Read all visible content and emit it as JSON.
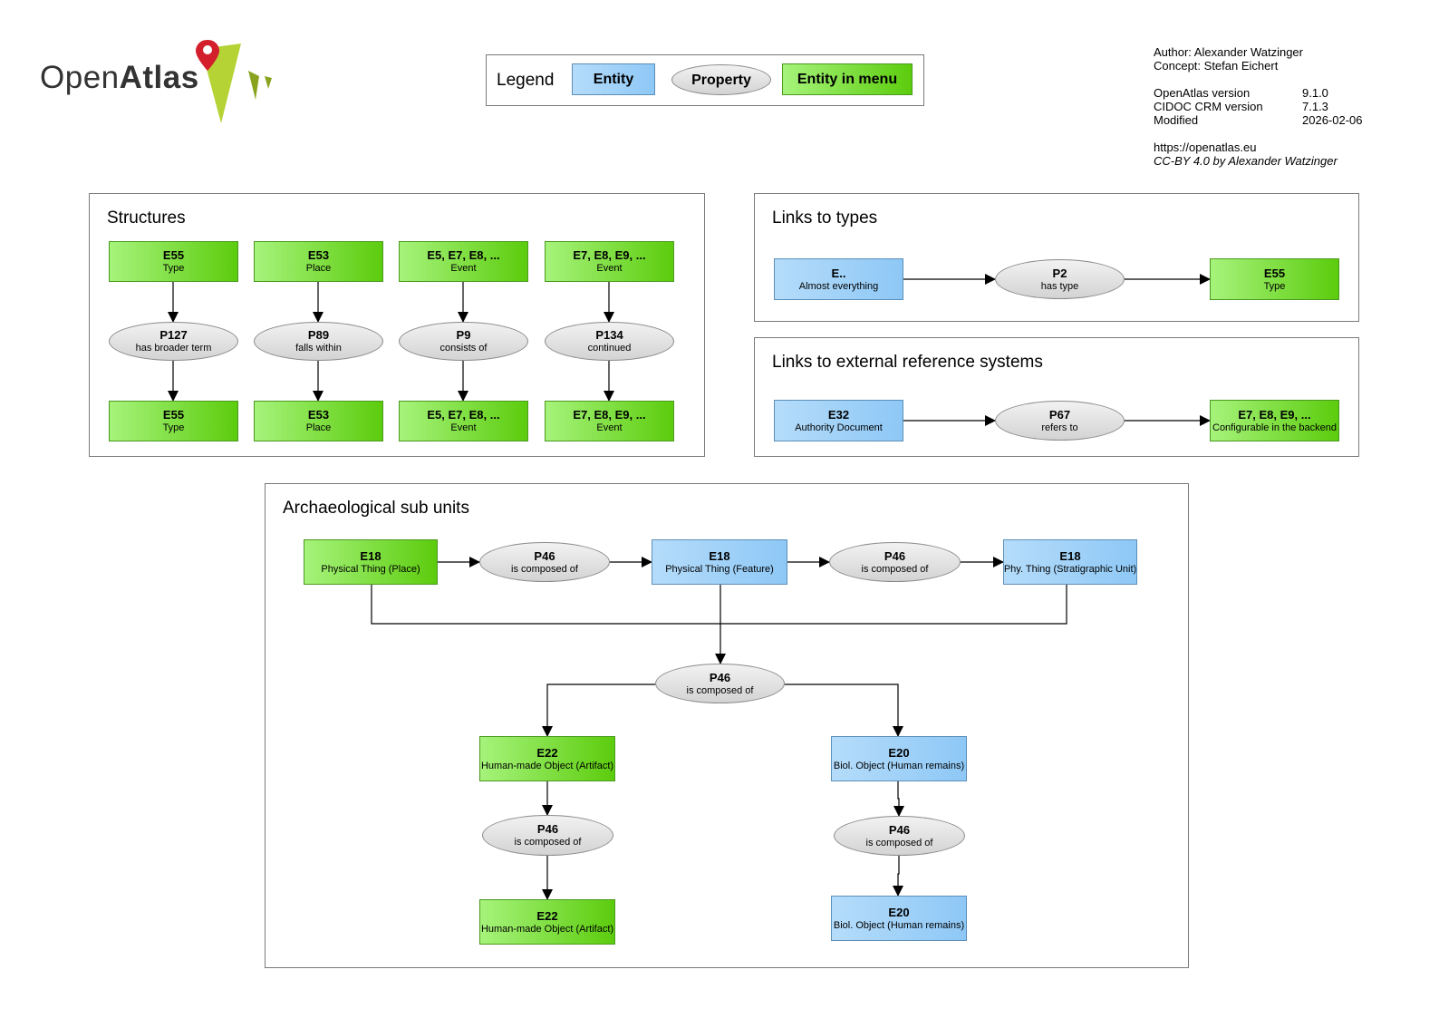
{
  "logo": {
    "text_plain": "Open",
    "text_bold": "Atlas"
  },
  "legend": {
    "title": "Legend",
    "entity": "Entity",
    "property": "Property",
    "entity_in_menu": "Entity in menu"
  },
  "info": {
    "author": "Author: Alexander Watzinger",
    "concept": "Concept: Stefan Eichert",
    "openatlas_label": "OpenAtlas version",
    "openatlas_value": "9.1.0",
    "cidoc_label": "CIDOC CRM version",
    "cidoc_value": "7.1.3",
    "modified_label": "Modified",
    "modified_value": "2026-02-06",
    "url": "https://openatlas.eu",
    "license": "CC-BY 4.0 by Alexander Watzinger"
  },
  "structures": {
    "title": "Structures",
    "columns": [
      {
        "top": {
          "code": "E55",
          "label": "Type"
        },
        "prop": {
          "code": "P127",
          "label": "has broader term"
        },
        "bottom": {
          "code": "E55",
          "label": "Type"
        }
      },
      {
        "top": {
          "code": "E53",
          "label": "Place"
        },
        "prop": {
          "code": "P89",
          "label": "falls within"
        },
        "bottom": {
          "code": "E53",
          "label": "Place"
        }
      },
      {
        "top": {
          "code": "E5, E7, E8, ...",
          "label": "Event"
        },
        "prop": {
          "code": "P9",
          "label": "consists of"
        },
        "bottom": {
          "code": "E5, E7, E8, ...",
          "label": "Event"
        }
      },
      {
        "top": {
          "code": "E7, E8, E9, ...",
          "label": "Event"
        },
        "prop": {
          "code": "P134",
          "label": "continued"
        },
        "bottom": {
          "code": "E7, E8, E9, ...",
          "label": "Event"
        }
      }
    ]
  },
  "types": {
    "title": "Links to types",
    "source": {
      "code": "E..",
      "label": "Almost everything"
    },
    "prop": {
      "code": "P2",
      "label": "has type"
    },
    "target": {
      "code": "E55",
      "label": "Type"
    }
  },
  "external": {
    "title": "Links to external reference systems",
    "source": {
      "code": "E32",
      "label": "Authority Document"
    },
    "prop": {
      "code": "P67",
      "label": "refers to"
    },
    "target": {
      "code": "E7, E8, E9, ...",
      "label": "Configurable in the backend"
    }
  },
  "archaeo": {
    "title": "Archaeological sub units",
    "place": {
      "code": "E18",
      "label": "Physical Thing (Place)"
    },
    "prop1": {
      "code": "P46",
      "label": "is composed of"
    },
    "feature": {
      "code": "E18",
      "label": "Physical Thing (Feature)"
    },
    "prop2": {
      "code": "P46",
      "label": "is composed of"
    },
    "strat": {
      "code": "E18",
      "label": "Phy. Thing (Stratigraphic Unit)"
    },
    "prop3": {
      "code": "P46",
      "label": "is composed of"
    },
    "artifact": {
      "code": "E22",
      "label": "Human-made Object (Artifact)"
    },
    "prop4": {
      "code": "P46",
      "label": "is composed of"
    },
    "artifact2": {
      "code": "E22",
      "label": "Human-made Object (Artifact)"
    },
    "remains": {
      "code": "E20",
      "label": "Biol. Object (Human remains)"
    },
    "prop5": {
      "code": "P46",
      "label": "is composed of"
    },
    "remains2": {
      "code": "E20",
      "label": "Biol. Object (Human remains)"
    }
  },
  "colors": {
    "entity_in_menu": "#6fd627",
    "entity": "#9fd1f8",
    "property": "#e0e0e0",
    "frame": "#7a7a7a"
  }
}
